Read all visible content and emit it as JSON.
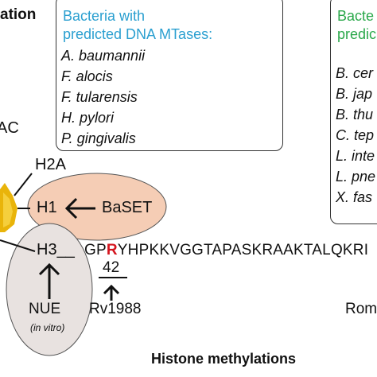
{
  "left_panel": {
    "title": "ation",
    "fragment": "AC"
  },
  "middle_box": {
    "title_line1": "Bacteria with",
    "title_line2": "predicted DNA MTases:",
    "title_color": "#2a9fd0",
    "species": [
      "A. baumannii",
      "F. alocis",
      "F. tularensis",
      "H. pylori",
      "P. gingivalis"
    ]
  },
  "right_box": {
    "title_line1": "Bacte",
    "title_line2": "predic",
    "title_color": "#2aa84a",
    "species": [
      "B. cer",
      "B. jap",
      "B. thu",
      "C. tep",
      "L. inte",
      "L. pne",
      "X. fas"
    ]
  },
  "histones": {
    "h2a": "H2A",
    "h1": "H1",
    "h3": "H3",
    "h3_connector": "__",
    "baset": "BaSET",
    "nue": "NUE",
    "in_vitro": "(in vitro)"
  },
  "sequence": {
    "prefix": "GP",
    "highlight": "R",
    "suffix": "YHPKKVGGTAPASKRAAKTALQKRI",
    "position": "42",
    "highlight_color": "#d4141e"
  },
  "rv_label": "Rv1988",
  "right_fragment": "Rom",
  "caption": "Histone methylations",
  "colors": {
    "baset_ellipse": "#f5cdb5",
    "nue_ellipse": "#e8e2e0",
    "nucleosome": "#e9b40a"
  }
}
